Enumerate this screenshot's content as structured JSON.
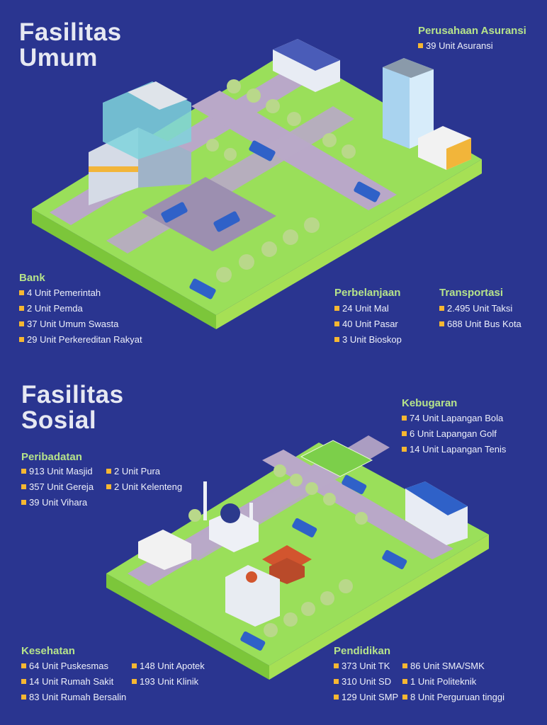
{
  "colors": {
    "background": "#2a3590",
    "heading": "#b6e38a",
    "bullet": "#f6b732",
    "grass": "#8fd94a",
    "road": "#b9a8c8"
  },
  "umum": {
    "title_line1": "Fasilitas",
    "title_line2": "Umum",
    "asuransi": {
      "heading": "Perusahaan Asuransi",
      "items": [
        "39 Unit Asuransi"
      ]
    },
    "bank": {
      "heading": "Bank",
      "items": [
        "4 Unit Pemerintah",
        "2 Unit Pemda",
        "37 Unit Umum Swasta",
        "29 Unit Perkereditan Rakyat"
      ]
    },
    "perbelanjaan": {
      "heading": "Perbelanjaan",
      "items": [
        "24 Unit Mal",
        "40 Unit Pasar",
        "3 Unit Bioskop"
      ]
    },
    "transportasi": {
      "heading": "Transportasi",
      "items": [
        "2.495 Unit Taksi",
        "688 Unit Bus Kota"
      ]
    }
  },
  "sosial": {
    "title_line1": "Fasilitas",
    "title_line2": "Sosial",
    "kebugaran": {
      "heading": "Kebugaran",
      "items": [
        "74 Unit Lapangan Bola",
        "6 Unit Lapangan Golf",
        "14 Unit Lapangan Tenis"
      ]
    },
    "peribadatan": {
      "heading": "Peribadatan",
      "items": [
        "913 Unit Masjid",
        "357 Unit Gereja",
        "39 Unit Vihara",
        "2 Unit Pura",
        "2 Unit Kelenteng"
      ]
    },
    "kesehatan": {
      "heading": "Kesehatan",
      "items": [
        "64 Unit Puskesmas",
        "14 Unit Rumah Sakit",
        "83 Unit Rumah Bersalin",
        "148 Unit Apotek",
        "193 Unit Klinik"
      ]
    },
    "pendidikan": {
      "heading": "Pendidikan",
      "items": [
        "373 Unit TK",
        "310 Unit SD",
        "129 Unit SMP",
        "86 Unit SMA/SMK",
        "1 Unit Politeknik",
        "8 Unit Perguruan tinggi"
      ]
    }
  }
}
